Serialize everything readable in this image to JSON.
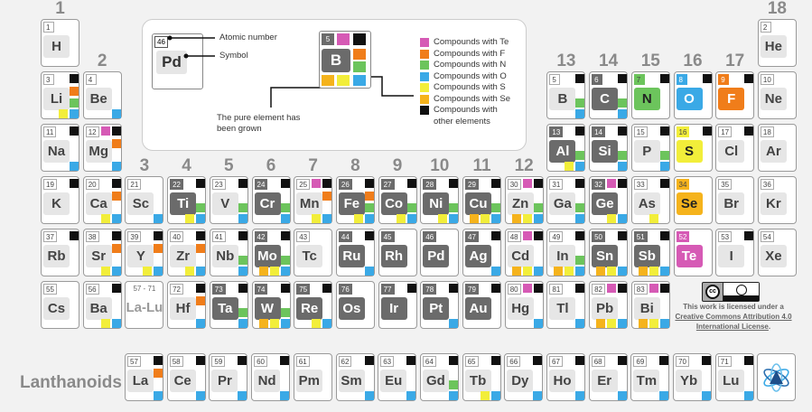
{
  "colors": {
    "Te": "#d65ab5",
    "F": "#f07d1a",
    "N": "#6cc45c",
    "O": "#3aa9e6",
    "S": "#f2ee3a",
    "Se": "#f5b31c",
    "other": "#111111",
    "grown": "#6b6b6b",
    "plain": "#e6e6e6"
  },
  "group_labels": [
    {
      "label": "1",
      "col": 1,
      "row": 1
    },
    {
      "label": "2",
      "col": 2,
      "row": 2
    },
    {
      "label": "13",
      "col": 13,
      "row": 2
    },
    {
      "label": "14",
      "col": 14,
      "row": 2
    },
    {
      "label": "15",
      "col": 15,
      "row": 2
    },
    {
      "label": "16",
      "col": 16,
      "row": 2
    },
    {
      "label": "17",
      "col": 17,
      "row": 2
    },
    {
      "label": "18",
      "col": 18,
      "row": 1
    },
    {
      "label": "3",
      "col": 3,
      "row": 4
    },
    {
      "label": "4",
      "col": 4,
      "row": 4
    },
    {
      "label": "5",
      "col": 5,
      "row": 4
    },
    {
      "label": "6",
      "col": 6,
      "row": 4
    },
    {
      "label": "7",
      "col": 7,
      "row": 4
    },
    {
      "label": "8",
      "col": 8,
      "row": 4
    },
    {
      "label": "9",
      "col": 9,
      "row": 4
    },
    {
      "label": "10",
      "col": 10,
      "row": 4
    },
    {
      "label": "11",
      "col": 11,
      "row": 4
    },
    {
      "label": "12",
      "col": 12,
      "row": 4
    }
  ],
  "legend": {
    "example_number": "46",
    "example_symbol": "Pd",
    "atomic_number_label": "Atomic number",
    "symbol_label": "Symbol",
    "grown_label_line1": "The pure element has",
    "grown_label_line2": "been grown",
    "example2_number": "5",
    "example2_symbol": "B",
    "entries": [
      {
        "key": "Te",
        "label": "Compounds with Te"
      },
      {
        "key": "F",
        "label": "Compounds with F"
      },
      {
        "key": "N",
        "label": "Compounds with N"
      },
      {
        "key": "O",
        "label": "Compounds with O"
      },
      {
        "key": "S",
        "label": "Compounds with S"
      },
      {
        "key": "Se",
        "label": "Compounds with Se"
      },
      {
        "key": "other",
        "label": "Compounds with"
      },
      {
        "key": "other_cont",
        "label": "other elements"
      }
    ]
  },
  "elements": [
    {
      "n": "1",
      "s": "H",
      "col": 1,
      "row": 1,
      "grown": false,
      "fill": "",
      "marks": []
    },
    {
      "n": "2",
      "s": "He",
      "col": 18,
      "row": 1,
      "grown": false,
      "fill": "",
      "marks": []
    },
    {
      "n": "3",
      "s": "Li",
      "col": 1,
      "row": 2,
      "grown": false,
      "fill": "",
      "marks": [
        "other",
        "F",
        "N",
        "S",
        "O"
      ]
    },
    {
      "n": "4",
      "s": "Be",
      "col": 2,
      "row": 2,
      "grown": false,
      "fill": "",
      "marks": [
        "O"
      ]
    },
    {
      "n": "5",
      "s": "B",
      "col": 13,
      "row": 2,
      "grown": false,
      "fill": "",
      "marks": [
        "other",
        "N",
        "O"
      ]
    },
    {
      "n": "6",
      "s": "C",
      "col": 14,
      "row": 2,
      "grown": true,
      "fill": "",
      "marks": [
        "other",
        "N",
        "O"
      ]
    },
    {
      "n": "7",
      "s": "N",
      "col": 15,
      "row": 2,
      "grown": false,
      "fill": "N",
      "marks": [
        "other"
      ]
    },
    {
      "n": "8",
      "s": "O",
      "col": 16,
      "row": 2,
      "grown": false,
      "fill": "O",
      "marks": [
        "other"
      ]
    },
    {
      "n": "9",
      "s": "F",
      "col": 17,
      "row": 2,
      "grown": false,
      "fill": "F",
      "marks": [
        "other"
      ]
    },
    {
      "n": "10",
      "s": "Ne",
      "col": 18,
      "row": 2,
      "grown": false,
      "fill": "",
      "marks": []
    },
    {
      "n": "11",
      "s": "Na",
      "col": 1,
      "row": 3,
      "grown": false,
      "fill": "",
      "marks": [
        "other",
        "O"
      ]
    },
    {
      "n": "12",
      "s": "Mg",
      "col": 2,
      "row": 3,
      "grown": false,
      "fill": "",
      "marks": [
        "Te",
        "other",
        "F",
        "O"
      ]
    },
    {
      "n": "13",
      "s": "Al",
      "col": 13,
      "row": 3,
      "grown": true,
      "fill": "",
      "marks": [
        "other",
        "N",
        "S",
        "O"
      ]
    },
    {
      "n": "14",
      "s": "Si",
      "col": 14,
      "row": 3,
      "grown": true,
      "fill": "",
      "marks": [
        "other",
        "N",
        "O"
      ]
    },
    {
      "n": "15",
      "s": "P",
      "col": 15,
      "row": 3,
      "grown": false,
      "fill": "",
      "marks": [
        "other",
        "N",
        "O"
      ]
    },
    {
      "n": "16",
      "s": "S",
      "col": 16,
      "row": 3,
      "grown": false,
      "fill": "S",
      "marks": [
        "other"
      ]
    },
    {
      "n": "17",
      "s": "Cl",
      "col": 17,
      "row": 3,
      "grown": false,
      "fill": "",
      "marks": [
        "other"
      ]
    },
    {
      "n": "18",
      "s": "Ar",
      "col": 18,
      "row": 3,
      "grown": false,
      "fill": "",
      "marks": []
    },
    {
      "n": "19",
      "s": "K",
      "col": 1,
      "row": 4,
      "grown": false,
      "fill": "",
      "marks": [
        "other"
      ]
    },
    {
      "n": "20",
      "s": "Ca",
      "col": 2,
      "row": 4,
      "grown": false,
      "fill": "",
      "marks": [
        "other",
        "F",
        "S",
        "O"
      ]
    },
    {
      "n": "21",
      "s": "Sc",
      "col": 3,
      "row": 4,
      "grown": false,
      "fill": "",
      "marks": [
        "O"
      ]
    },
    {
      "n": "22",
      "s": "Ti",
      "col": 4,
      "row": 4,
      "grown": true,
      "fill": "",
      "marks": [
        "other",
        "N",
        "S",
        "O"
      ]
    },
    {
      "n": "23",
      "s": "V",
      "col": 5,
      "row": 4,
      "grown": false,
      "fill": "",
      "marks": [
        "other",
        "N",
        "O"
      ]
    },
    {
      "n": "24",
      "s": "Cr",
      "col": 6,
      "row": 4,
      "grown": true,
      "fill": "",
      "marks": [
        "other",
        "N",
        "O"
      ]
    },
    {
      "n": "25",
      "s": "Mn",
      "col": 7,
      "row": 4,
      "grown": false,
      "fill": "",
      "marks": [
        "Te",
        "other",
        "F",
        "S",
        "O"
      ]
    },
    {
      "n": "26",
      "s": "Fe",
      "col": 8,
      "row": 4,
      "grown": true,
      "fill": "",
      "marks": [
        "other",
        "F",
        "N",
        "S",
        "O"
      ]
    },
    {
      "n": "27",
      "s": "Co",
      "col": 9,
      "row": 4,
      "grown": true,
      "fill": "",
      "marks": [
        "other",
        "N",
        "S",
        "O"
      ]
    },
    {
      "n": "28",
      "s": "Ni",
      "col": 10,
      "row": 4,
      "grown": true,
      "fill": "",
      "marks": [
        "other",
        "N",
        "S",
        "O"
      ]
    },
    {
      "n": "29",
      "s": "Cu",
      "col": 11,
      "row": 4,
      "grown": true,
      "fill": "",
      "marks": [
        "other",
        "N",
        "Se",
        "S",
        "O"
      ]
    },
    {
      "n": "30",
      "s": "Zn",
      "col": 12,
      "row": 4,
      "grown": false,
      "fill": "",
      "marks": [
        "Te",
        "other",
        "N",
        "Se",
        "S",
        "O"
      ]
    },
    {
      "n": "31",
      "s": "Ga",
      "col": 13,
      "row": 4,
      "grown": false,
      "fill": "",
      "marks": [
        "other",
        "N",
        "O"
      ]
    },
    {
      "n": "32",
      "s": "Ge",
      "col": 14,
      "row": 4,
      "grown": true,
      "fill": "",
      "marks": [
        "Te",
        "other",
        "S",
        "O"
      ]
    },
    {
      "n": "33",
      "s": "As",
      "col": 15,
      "row": 4,
      "grown": false,
      "fill": "",
      "marks": [
        "other",
        "S"
      ]
    },
    {
      "n": "34",
      "s": "Se",
      "col": 16,
      "row": 4,
      "grown": false,
      "fill": "Se",
      "marks": []
    },
    {
      "n": "35",
      "s": "Br",
      "col": 17,
      "row": 4,
      "grown": false,
      "fill": "",
      "marks": []
    },
    {
      "n": "36",
      "s": "Kr",
      "col": 18,
      "row": 4,
      "grown": false,
      "fill": "",
      "marks": []
    },
    {
      "n": "37",
      "s": "Rb",
      "col": 1,
      "row": 5,
      "grown": false,
      "fill": "",
      "marks": [
        "other"
      ]
    },
    {
      "n": "38",
      "s": "Sr",
      "col": 2,
      "row": 5,
      "grown": false,
      "fill": "",
      "marks": [
        "other",
        "F",
        "S",
        "O"
      ]
    },
    {
      "n": "39",
      "s": "Y",
      "col": 3,
      "row": 5,
      "grown": false,
      "fill": "",
      "marks": [
        "other",
        "F",
        "S",
        "O"
      ]
    },
    {
      "n": "40",
      "s": "Zr",
      "col": 4,
      "row": 5,
      "grown": false,
      "fill": "",
      "marks": [
        "other",
        "F",
        "S",
        "O"
      ]
    },
    {
      "n": "41",
      "s": "Nb",
      "col": 5,
      "row": 5,
      "grown": false,
      "fill": "",
      "marks": [
        "other",
        "N",
        "O"
      ]
    },
    {
      "n": "42",
      "s": "Mo",
      "col": 6,
      "row": 5,
      "grown": true,
      "fill": "",
      "marks": [
        "other",
        "N",
        "Se",
        "S",
        "O"
      ]
    },
    {
      "n": "43",
      "s": "Tc",
      "col": 7,
      "row": 5,
      "grown": false,
      "fill": "",
      "marks": []
    },
    {
      "n": "44",
      "s": "Ru",
      "col": 8,
      "row": 5,
      "grown": true,
      "fill": "",
      "marks": [
        "other",
        "O"
      ]
    },
    {
      "n": "45",
      "s": "Rh",
      "col": 9,
      "row": 5,
      "grown": true,
      "fill": "",
      "marks": []
    },
    {
      "n": "46",
      "s": "Pd",
      "col": 10,
      "row": 5,
      "grown": true,
      "fill": "",
      "marks": []
    },
    {
      "n": "47",
      "s": "Ag",
      "col": 11,
      "row": 5,
      "grown": true,
      "fill": "",
      "marks": [
        "other",
        "O"
      ]
    },
    {
      "n": "48",
      "s": "Cd",
      "col": 12,
      "row": 5,
      "grown": false,
      "fill": "",
      "marks": [
        "Te",
        "other",
        "Se",
        "S",
        "O"
      ]
    },
    {
      "n": "49",
      "s": "In",
      "col": 13,
      "row": 5,
      "grown": false,
      "fill": "",
      "marks": [
        "other",
        "N",
        "Se",
        "S",
        "O"
      ]
    },
    {
      "n": "50",
      "s": "Sn",
      "col": 14,
      "row": 5,
      "grown": true,
      "fill": "",
      "marks": [
        "other",
        "Se",
        "S",
        "O"
      ]
    },
    {
      "n": "51",
      "s": "Sb",
      "col": 15,
      "row": 5,
      "grown": true,
      "fill": "",
      "marks": [
        "other",
        "Se",
        "S",
        "O"
      ]
    },
    {
      "n": "52",
      "s": "Te",
      "col": 16,
      "row": 5,
      "grown": false,
      "fill": "Te",
      "marks": []
    },
    {
      "n": "53",
      "s": "I",
      "col": 17,
      "row": 5,
      "grown": false,
      "fill": "",
      "marks": [
        "other"
      ]
    },
    {
      "n": "54",
      "s": "Xe",
      "col": 18,
      "row": 5,
      "grown": false,
      "fill": "",
      "marks": []
    },
    {
      "n": "55",
      "s": "Cs",
      "col": 1,
      "row": 6,
      "grown": false,
      "fill": "",
      "marks": []
    },
    {
      "n": "56",
      "s": "Ba",
      "col": 2,
      "row": 6,
      "grown": false,
      "fill": "",
      "marks": [
        "other",
        "S",
        "O"
      ]
    },
    {
      "n": "72",
      "s": "Hf",
      "col": 4,
      "row": 6,
      "grown": false,
      "fill": "",
      "marks": [
        "other",
        "F",
        "O"
      ]
    },
    {
      "n": "73",
      "s": "Ta",
      "col": 5,
      "row": 6,
      "grown": true,
      "fill": "",
      "marks": [
        "other",
        "N",
        "O"
      ]
    },
    {
      "n": "74",
      "s": "W",
      "col": 6,
      "row": 6,
      "grown": true,
      "fill": "",
      "marks": [
        "other",
        "N",
        "Se",
        "S",
        "O"
      ]
    },
    {
      "n": "75",
      "s": "Re",
      "col": 7,
      "row": 6,
      "grown": true,
      "fill": "",
      "marks": [
        "other",
        "S",
        "O"
      ]
    },
    {
      "n": "76",
      "s": "Os",
      "col": 8,
      "row": 6,
      "grown": true,
      "fill": "",
      "marks": []
    },
    {
      "n": "77",
      "s": "Ir",
      "col": 9,
      "row": 6,
      "grown": true,
      "fill": "",
      "marks": [
        "other"
      ]
    },
    {
      "n": "78",
      "s": "Pt",
      "col": 10,
      "row": 6,
      "grown": true,
      "fill": "",
      "marks": [
        "other",
        "O"
      ]
    },
    {
      "n": "79",
      "s": "Au",
      "col": 11,
      "row": 6,
      "grown": true,
      "fill": "",
      "marks": [
        "other"
      ]
    },
    {
      "n": "80",
      "s": "Hg",
      "col": 12,
      "row": 6,
      "grown": false,
      "fill": "",
      "marks": [
        "Te",
        "other",
        "O"
      ]
    },
    {
      "n": "81",
      "s": "Tl",
      "col": 13,
      "row": 6,
      "grown": false,
      "fill": "",
      "marks": [
        "other",
        "O"
      ]
    },
    {
      "n": "82",
      "s": "Pb",
      "col": 14,
      "row": 6,
      "grown": false,
      "fill": "",
      "marks": [
        "Te",
        "other",
        "Se",
        "S",
        "O"
      ]
    },
    {
      "n": "83",
      "s": "Bi",
      "col": 15,
      "row": 6,
      "grown": false,
      "fill": "",
      "marks": [
        "Te",
        "other",
        "Se",
        "S",
        "O"
      ]
    },
    {
      "n": "57",
      "s": "La",
      "col": "L1",
      "row": "L",
      "grown": false,
      "fill": "",
      "marks": [
        "other",
        "F",
        "O"
      ]
    },
    {
      "n": "58",
      "s": "Ce",
      "col": "L2",
      "row": "L",
      "grown": false,
      "fill": "",
      "marks": [
        "other",
        "O"
      ]
    },
    {
      "n": "59",
      "s": "Pr",
      "col": "L3",
      "row": "L",
      "grown": false,
      "fill": "",
      "marks": [
        "other",
        "O"
      ]
    },
    {
      "n": "60",
      "s": "Nd",
      "col": "L4",
      "row": "L",
      "grown": false,
      "fill": "",
      "marks": [
        "other",
        "O"
      ]
    },
    {
      "n": "61",
      "s": "Pm",
      "col": "L5",
      "row": "L",
      "grown": false,
      "fill": "",
      "marks": []
    },
    {
      "n": "62",
      "s": "Sm",
      "col": "L6",
      "row": "L",
      "grown": false,
      "fill": "",
      "marks": [
        "other",
        "O"
      ]
    },
    {
      "n": "63",
      "s": "Eu",
      "col": "L7",
      "row": "L",
      "grown": false,
      "fill": "",
      "marks": [
        "other",
        "O"
      ]
    },
    {
      "n": "64",
      "s": "Gd",
      "col": "L8",
      "row": "L",
      "grown": false,
      "fill": "",
      "marks": [
        "other",
        "N",
        "O"
      ]
    },
    {
      "n": "65",
      "s": "Tb",
      "col": "L9",
      "row": "L",
      "grown": false,
      "fill": "",
      "marks": [
        "other",
        "S",
        "O"
      ]
    },
    {
      "n": "66",
      "s": "Dy",
      "col": "L10",
      "row": "L",
      "grown": false,
      "fill": "",
      "marks": [
        "other",
        "O"
      ]
    },
    {
      "n": "67",
      "s": "Ho",
      "col": "L11",
      "row": "L",
      "grown": false,
      "fill": "",
      "marks": [
        "other",
        "O"
      ]
    },
    {
      "n": "68",
      "s": "Er",
      "col": "L12",
      "row": "L",
      "grown": false,
      "fill": "",
      "marks": [
        "other",
        "O"
      ]
    },
    {
      "n": "69",
      "s": "Tm",
      "col": "L13",
      "row": "L",
      "grown": false,
      "fill": "",
      "marks": [
        "other",
        "O"
      ]
    },
    {
      "n": "70",
      "s": "Yb",
      "col": "L14",
      "row": "L",
      "grown": false,
      "fill": "",
      "marks": [
        "other",
        "O"
      ]
    },
    {
      "n": "71",
      "s": "Lu",
      "col": "L15",
      "row": "L",
      "grown": false,
      "fill": "",
      "marks": [
        "other",
        "O"
      ]
    }
  ],
  "lanthanoid_placeholder": {
    "range": "57 - 71",
    "label": "La-Lu"
  },
  "lanthanoids_label": "Lanthanoids",
  "license": {
    "prefix": "This work is licensed under a",
    "link": "Creative Commons Attribution 4.0 International License",
    "suffix": "."
  }
}
